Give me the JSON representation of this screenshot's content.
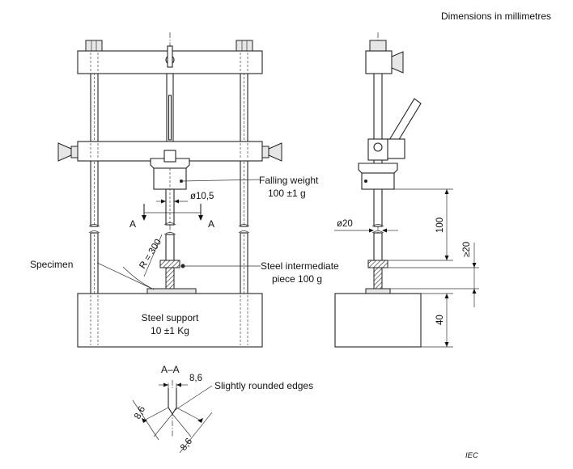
{
  "header": {
    "units_note": "Dimensions in millimetres"
  },
  "labels": {
    "falling_weight": "Falling weight",
    "falling_weight_mass": "100 ±1 g",
    "specimen": "Specimen",
    "intermediate_line1": "Steel intermediate",
    "intermediate_line2": "piece 100 g",
    "support_line1": "Steel support",
    "support_line2": "10 ±1 Kg",
    "section_a_left": "A",
    "section_a_right": "A",
    "section_title": "A–A",
    "rounded_edges": "Slightly rounded edges",
    "iec_mark": "IEC"
  },
  "dimensions": {
    "diameter_rod": "ø10,5",
    "radius": "R = 300",
    "diameter_side": "ø20",
    "drop_height": "100",
    "min_travel": "≥20",
    "support_height": "40",
    "section_width": "8,6",
    "section_side_left": "8,6",
    "section_side_right": "8,6"
  }
}
